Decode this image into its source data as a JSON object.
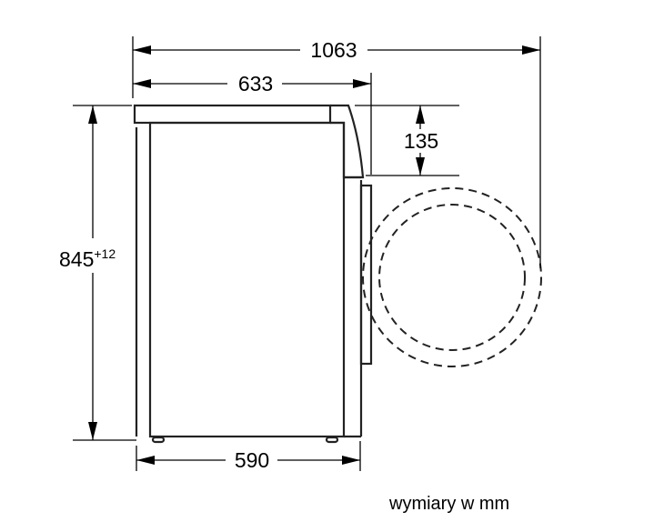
{
  "dimensions": {
    "total_depth": "1063",
    "depth_top": "633",
    "top_offset": "135",
    "height": "845",
    "height_tolerance": "+12",
    "base_depth": "590"
  },
  "note": "wymiary w mm",
  "colors": {
    "line": "#000000",
    "background": "#ffffff"
  }
}
